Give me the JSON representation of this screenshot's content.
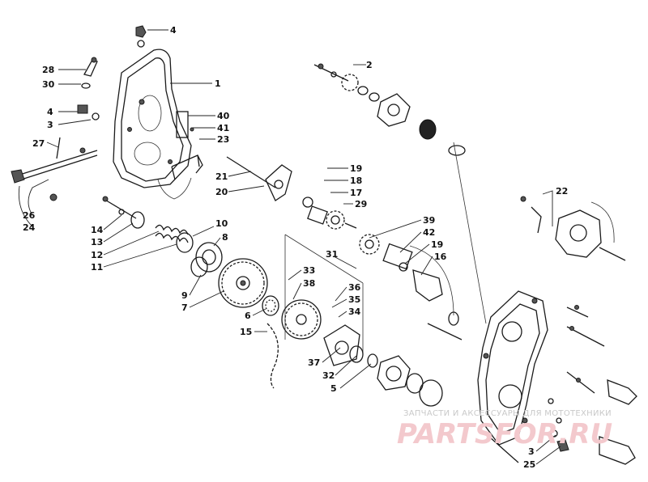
{
  "callouts": [
    {
      "text": "4"
    },
    {
      "text": "28"
    },
    {
      "text": "30"
    },
    {
      "text": "1"
    },
    {
      "text": "4"
    },
    {
      "text": "3"
    },
    {
      "text": "40"
    },
    {
      "text": "41"
    },
    {
      "text": "23"
    },
    {
      "text": "27"
    },
    {
      "text": "26"
    },
    {
      "text": "24"
    },
    {
      "text": "21"
    },
    {
      "text": "20"
    },
    {
      "text": "19"
    },
    {
      "text": "18"
    },
    {
      "text": "17"
    },
    {
      "text": "29"
    },
    {
      "text": "2"
    },
    {
      "text": "22"
    },
    {
      "text": "14"
    },
    {
      "text": "13"
    },
    {
      "text": "12"
    },
    {
      "text": "11"
    },
    {
      "text": "10"
    },
    {
      "text": "8"
    },
    {
      "text": "9"
    },
    {
      "text": "7"
    },
    {
      "text": "6"
    },
    {
      "text": "15"
    },
    {
      "text": "31"
    },
    {
      "text": "33"
    },
    {
      "text": "38"
    },
    {
      "text": "36"
    },
    {
      "text": "35"
    },
    {
      "text": "34"
    },
    {
      "text": "37"
    },
    {
      "text": "32"
    },
    {
      "text": "5"
    },
    {
      "text": "39"
    },
    {
      "text": "42"
    },
    {
      "text": "19"
    },
    {
      "text": "16"
    },
    {
      "text": "3"
    },
    {
      "text": "25"
    }
  ],
  "watermark": {
    "tagline": "ЗАПЧАСТИ И АКСЕССУАРЫ ДЛЯ МОТОТЕХНИКИ",
    "brand": "PARTSFOR.RU"
  },
  "colors": {
    "ink": "#1a1a1a",
    "watermark_brand": "#f3c9cd",
    "watermark_text": "#c9c9c9"
  }
}
